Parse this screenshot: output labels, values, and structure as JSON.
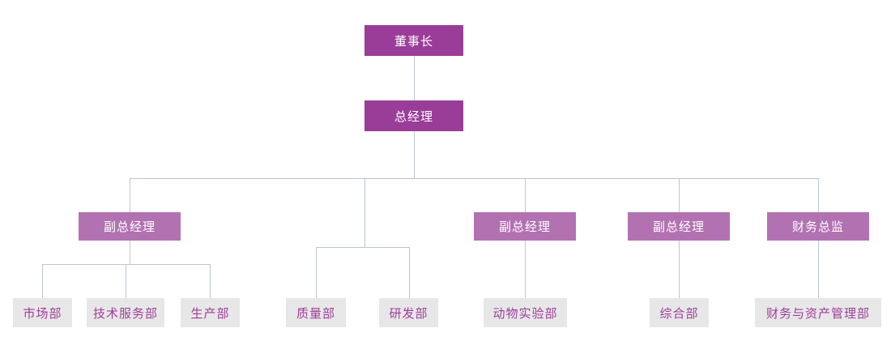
{
  "org": {
    "root": {
      "label": "董事长"
    },
    "gm": {
      "label": "总经理"
    },
    "branches": [
      {
        "label": "副总经理",
        "children": [
          "市场部",
          "技术服务部",
          "生产部"
        ]
      },
      {
        "label": null,
        "children": [
          "质量部",
          "研发部"
        ]
      },
      {
        "label": "副总经理",
        "children": [
          "动物实验部"
        ]
      },
      {
        "label": "副总经理",
        "children": [
          "综合部"
        ]
      },
      {
        "label": "财务总监",
        "children": [
          "财务与资产管理部"
        ]
      }
    ],
    "colors": {
      "executive_box": "#9a3d98",
      "manager_box": "#b272b2",
      "department_box": "#e8e7e8",
      "department_text": "#9c3e9a",
      "connector_line": "#b9c7d2"
    }
  }
}
